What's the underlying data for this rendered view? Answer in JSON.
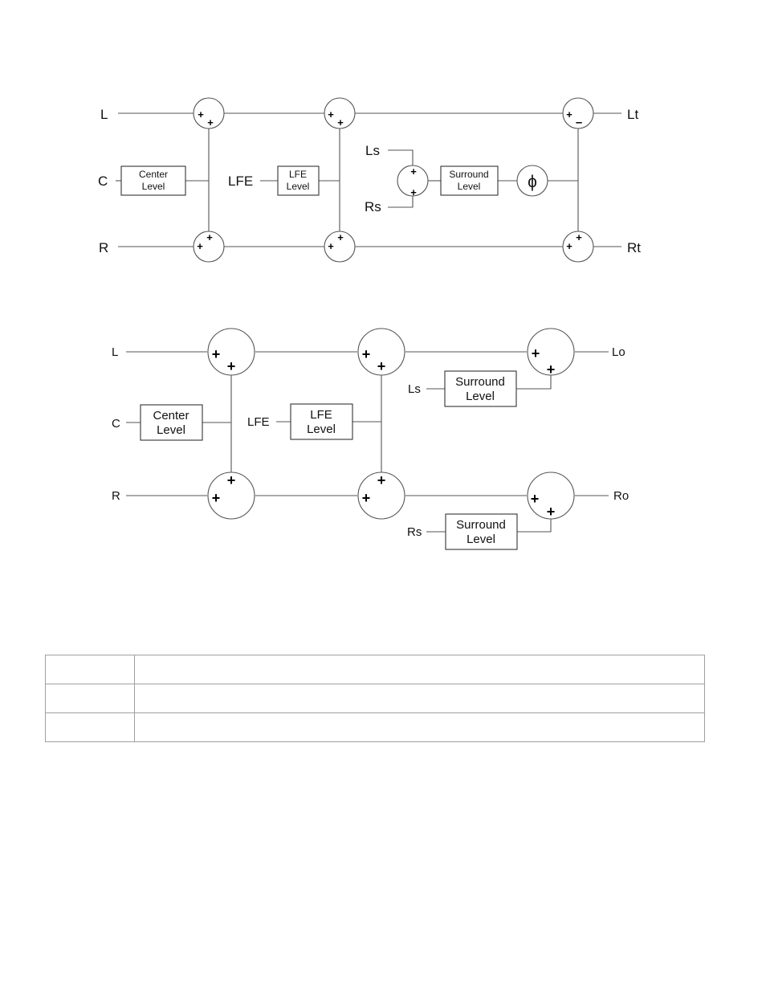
{
  "ltrt_diagram": {
    "inputs": {
      "left": "L",
      "center": "C",
      "right": "R",
      "lfe": "LFE",
      "left_surround": "Ls",
      "right_surround": "Rs"
    },
    "outputs": {
      "left_total": "Lt",
      "right_total": "Rt"
    },
    "blocks": {
      "center_level": [
        "Center",
        "Level"
      ],
      "lfe_level": [
        "LFE",
        "Level"
      ],
      "surround_level": [
        "Surround",
        "Level"
      ]
    },
    "phase_symbol": "ϕ",
    "plus_sign": "+",
    "minus_sign": "–"
  },
  "loro_diagram": {
    "inputs": {
      "left": "L",
      "center": "C",
      "right": "R",
      "lfe": "LFE",
      "left_surround": "Ls",
      "right_surround": "Rs"
    },
    "outputs": {
      "left_only": "Lo",
      "right_only": "Ro"
    },
    "blocks": {
      "center_level": [
        "Center",
        "Level"
      ],
      "lfe_level": [
        "LFE",
        "Level"
      ],
      "surround_level_left": [
        "Surround",
        "Level"
      ],
      "surround_level_right": [
        "Surround",
        "Level"
      ]
    },
    "plus_sign": "+"
  },
  "table": {
    "rows": [
      [
        "",
        ""
      ],
      [
        "",
        ""
      ],
      [
        "",
        ""
      ]
    ]
  }
}
